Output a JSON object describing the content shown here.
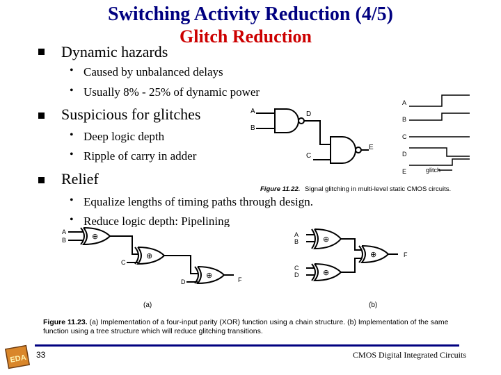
{
  "title": "Switching Activity Reduction (4/5)",
  "subtitle": "Glitch Reduction",
  "bullets": [
    {
      "text": "Dynamic hazards",
      "subs": [
        "Caused by unbalanced delays",
        "Usually 8% - 25% of dynamic power"
      ]
    },
    {
      "text": "Suspicious for glitches",
      "subs": [
        "Deep logic depth",
        "Ripple of carry in adder"
      ]
    },
    {
      "text": "Relief",
      "subs": [
        "Equalize lengths of timing paths through design.",
        "Reduce logic depth: Pipelining"
      ]
    }
  ],
  "figure_1122": {
    "caption_label": "Figure 11.22.",
    "caption_text": "Signal glitching in multi-level static CMOS circuits.",
    "gate_labels": [
      "A",
      "B",
      "D",
      "C",
      "E"
    ],
    "wave_labels": [
      "A",
      "B",
      "C",
      "D",
      "E"
    ],
    "glitch_label": "glitch"
  },
  "figure_1123": {
    "caption_label": "Figure 11.23.",
    "caption_text": "(a) Implementation of a four-input parity (XOR) function using a chain structure. (b) Implementation of the same function using a tree structure which will reduce glitching transitions.",
    "sub_a": "(a)",
    "sub_b": "(b)",
    "chain_labels": [
      "A",
      "B",
      "C",
      "D",
      "F"
    ],
    "tree_labels": [
      "A",
      "B",
      "C",
      "D",
      "F"
    ],
    "xor_symbol": "⊕"
  },
  "footer": {
    "page": "33",
    "course": "CMOS Digital Integrated Circuits",
    "logo": "EDA"
  },
  "colors": {
    "title": "#000080",
    "subtitle": "#cc0000",
    "logo": "#d9862a"
  }
}
